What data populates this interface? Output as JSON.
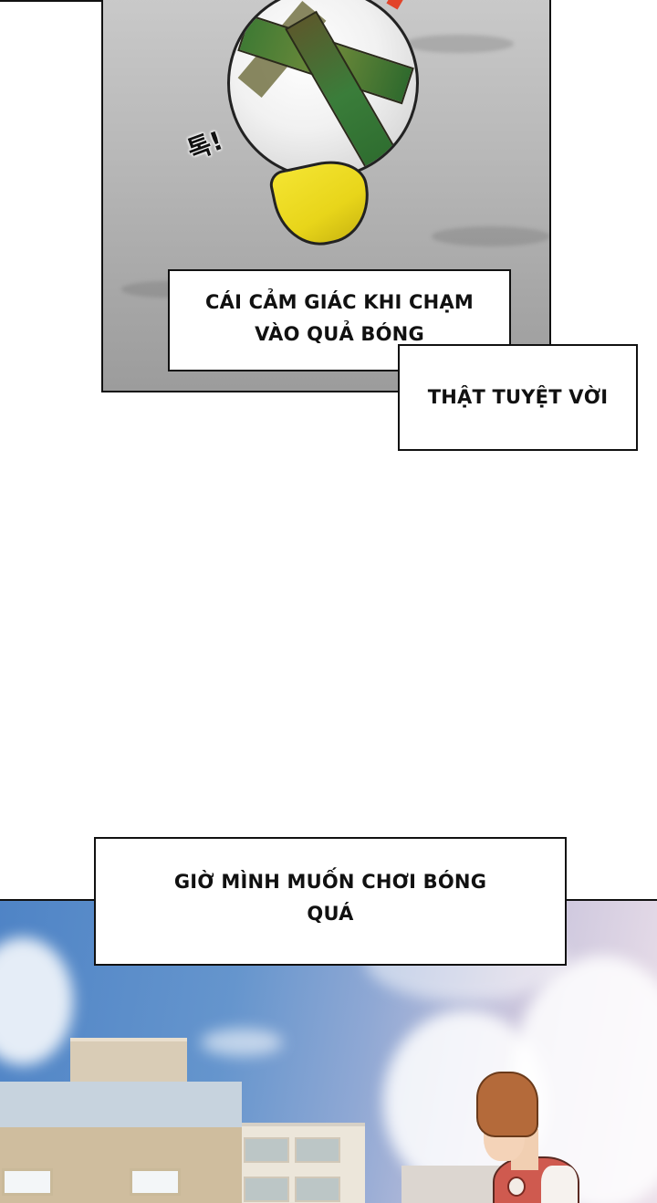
{
  "page": {
    "type": "webtoon-page",
    "background_color": "#ffffff"
  },
  "panels": [
    {
      "id": "panel-1",
      "description": "Yellow boot kicking a green and white soccer ball over gray ground",
      "sfx": "톡!",
      "colors": {
        "ground": "#b8b8b8",
        "ball_accent": "#3f7a34",
        "boot": "#f4e431"
      }
    },
    {
      "id": "panel-2",
      "description": "Boy in red varsity jacket looking down, buildings and blue cloudy sky behind",
      "colors": {
        "sky": "#5b8cc9",
        "jacket": "#cf5a4f",
        "hair": "#b46a3a"
      }
    }
  ],
  "captions": [
    {
      "lines": [
        "CÁI CẢM GIÁC KHI CHẠM",
        "VÀO QUẢ BÓNG"
      ]
    },
    {
      "lines": [
        "THẬT TUYỆT VỜI"
      ]
    },
    {
      "lines": [
        "GIỜ MÌNH MUỐN CHƠI BÓNG",
        "QUÁ"
      ]
    }
  ]
}
